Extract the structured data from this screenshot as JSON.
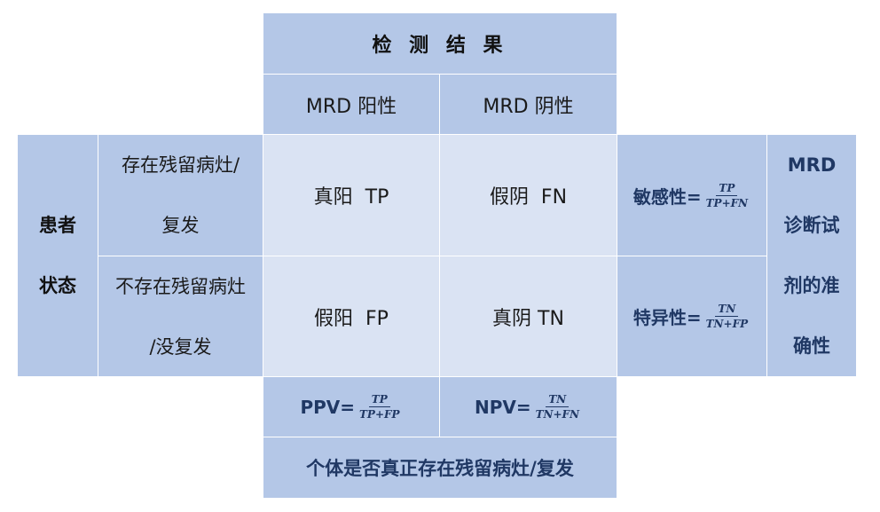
{
  "header": {
    "title": "检 测 结 果",
    "col_positive": "MRD 阳性",
    "col_negative": "MRD 阴性"
  },
  "row_group": {
    "label_line1": "患者",
    "label_line2": "状态",
    "row1_line1": "存在残留病灶/",
    "row1_line2": "复发",
    "row2_line1": "不存在残留病灶",
    "row2_line2": "/没复发"
  },
  "cells": {
    "tp": "真阳  TP",
    "fn": "假阴  FN",
    "fp": "假阳  FP",
    "tn": "真阴 TN"
  },
  "metrics": {
    "sensitivity_label": "敏感性=",
    "sensitivity_num": "TP",
    "sensitivity_den": "TP+FN",
    "specificity_label": "特异性=",
    "specificity_num": "TN",
    "specificity_den": "TN+FP",
    "ppv_label": "PPV=",
    "ppv_num": "TP",
    "ppv_den": "TP+FP",
    "npv_label": "NPV=",
    "npv_num": "TN",
    "npv_den": "TN+FN"
  },
  "right_title": {
    "line1": "MRD",
    "line2": "诊断试",
    "line3": "剂的准",
    "line4": "确性"
  },
  "footer": {
    "label": "个体是否真正存在残留病灶/复发"
  },
  "colors": {
    "header_blue": "#b4c7e7",
    "inner_light": "#dae3f3",
    "formula_text": "#203864"
  }
}
